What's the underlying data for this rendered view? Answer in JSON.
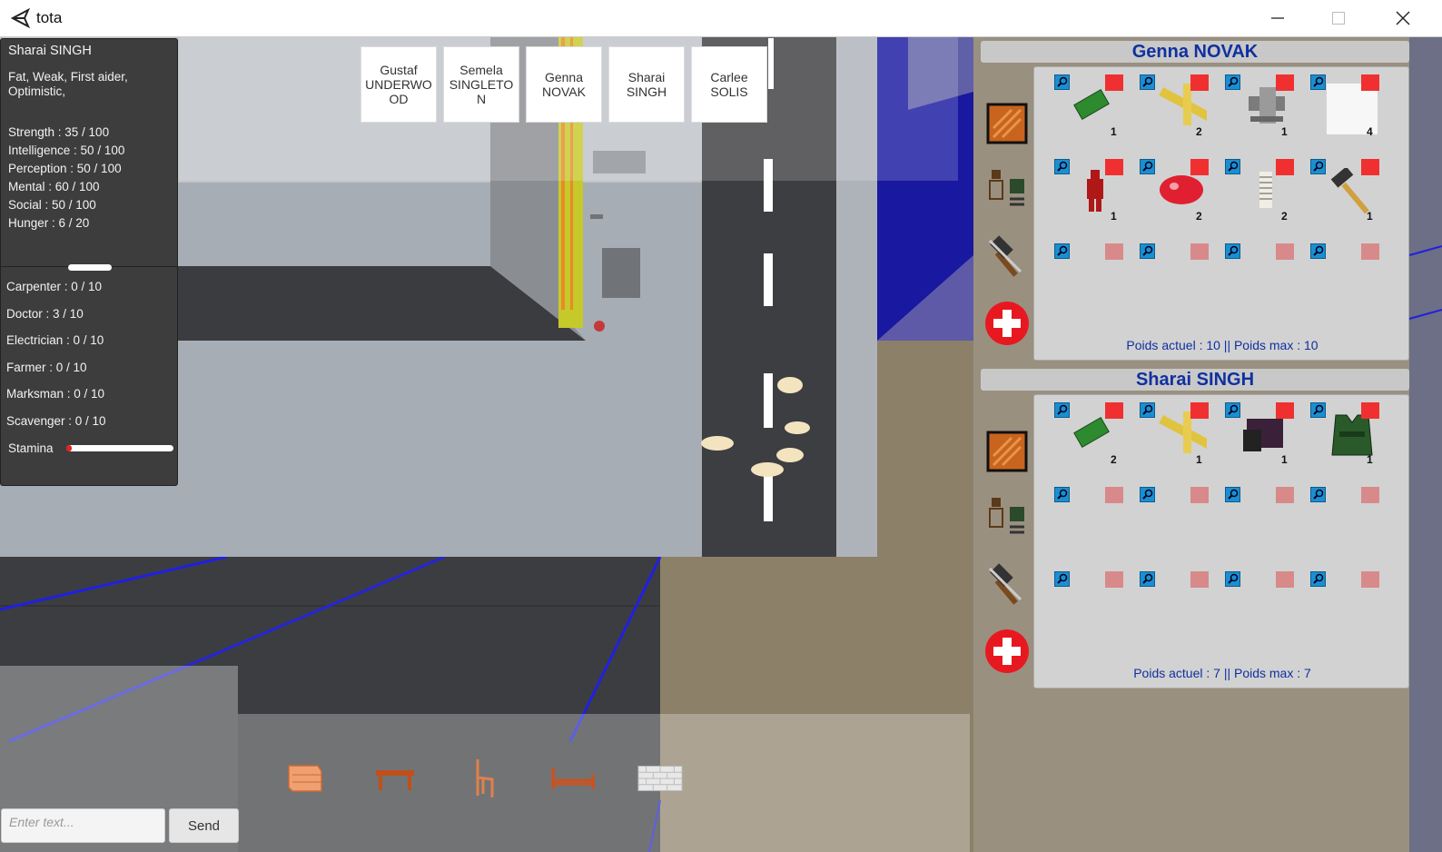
{
  "window": {
    "title": "tota"
  },
  "stats": {
    "name": "Sharai  SINGH",
    "traits": "Fat, Weak, First aider, Optimistic,",
    "attributes": [
      "Strength : 35 / 100",
      "Intelligence : 50 / 100",
      "Perception : 50 / 100",
      "Mental : 60 / 100",
      "Social : 50 / 100",
      "Hunger : 6 / 20"
    ],
    "skills": [
      "Carpenter : 0 / 10",
      "Doctor : 3 / 10",
      "Electrician : 0 / 10",
      "Farmer : 0 / 10",
      "Marksman : 0 / 10",
      "Scavenger : 0 / 10"
    ],
    "stamina_label": "Stamina",
    "stamina_level": 0.02
  },
  "characters": [
    "Gustaf UNDERWOOD",
    "Semela SINGLETON",
    "Genna NOVAK",
    "Sharai SINGH",
    "Carlee SOLIS"
  ],
  "inventories": [
    {
      "name": "Genna  NOVAK",
      "weight": "Poids actuel : 10 || Poids max : 10",
      "rows": [
        [
          {
            "icon": "circuit-board-icon",
            "count": "1"
          },
          {
            "icon": "plank-icon",
            "count": "2"
          },
          {
            "icon": "gear-scrap-icon",
            "count": "1"
          },
          {
            "icon": "white-cloth-icon",
            "count": "4"
          }
        ],
        [
          {
            "icon": "red-figure-icon",
            "count": "1"
          },
          {
            "icon": "raw-meat-icon",
            "count": "2"
          },
          {
            "icon": "thread-spool-icon",
            "count": "2"
          },
          {
            "icon": "hammer-icon",
            "count": "1"
          }
        ],
        [
          {
            "icon": ""
          },
          {
            "icon": ""
          },
          {
            "icon": ""
          },
          {
            "icon": ""
          }
        ]
      ]
    },
    {
      "name": "Sharai  SINGH",
      "weight": "Poids actuel : 7 || Poids max : 7",
      "rows": [
        [
          {
            "icon": "circuit-board-icon",
            "count": "2"
          },
          {
            "icon": "plank-icon",
            "count": "1"
          },
          {
            "icon": "dark-clothing-icon",
            "count": "1"
          },
          {
            "icon": "green-vest-icon",
            "count": "1"
          }
        ],
        [
          {
            "icon": ""
          },
          {
            "icon": ""
          },
          {
            "icon": ""
          },
          {
            "icon": ""
          }
        ],
        [
          {
            "icon": ""
          },
          {
            "icon": ""
          },
          {
            "icon": ""
          },
          {
            "icon": ""
          }
        ]
      ]
    }
  ],
  "chat": {
    "placeholder": "Enter text...",
    "send_label": "Send"
  },
  "build_bar": [
    "dresser-icon",
    "table-icon",
    "chair-icon",
    "bed-icon",
    "wall-icon"
  ]
}
